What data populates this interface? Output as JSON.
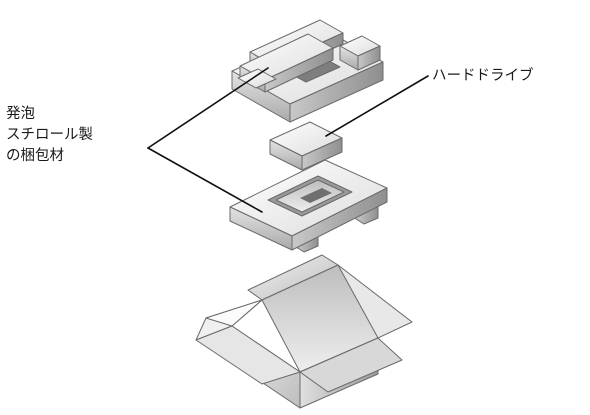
{
  "labels": {
    "foam_lines": [
      "発泡",
      "スチロール製",
      "の梱包材"
    ],
    "hard_drive": "ハードドライブ"
  },
  "colors": {
    "light_face": "#f4f4f4",
    "mid_face": "#d9d9d9",
    "dark_face": "#a8a8a8",
    "darker_face": "#8d8d8d",
    "outline": "#5a5a5a",
    "leader_line": "#111111"
  },
  "icons": {
    "foam_top": "foam-insert-icon",
    "foam_bottom": "foam-insert-icon",
    "drive": "hard-drive-icon",
    "box": "open-box-icon"
  }
}
